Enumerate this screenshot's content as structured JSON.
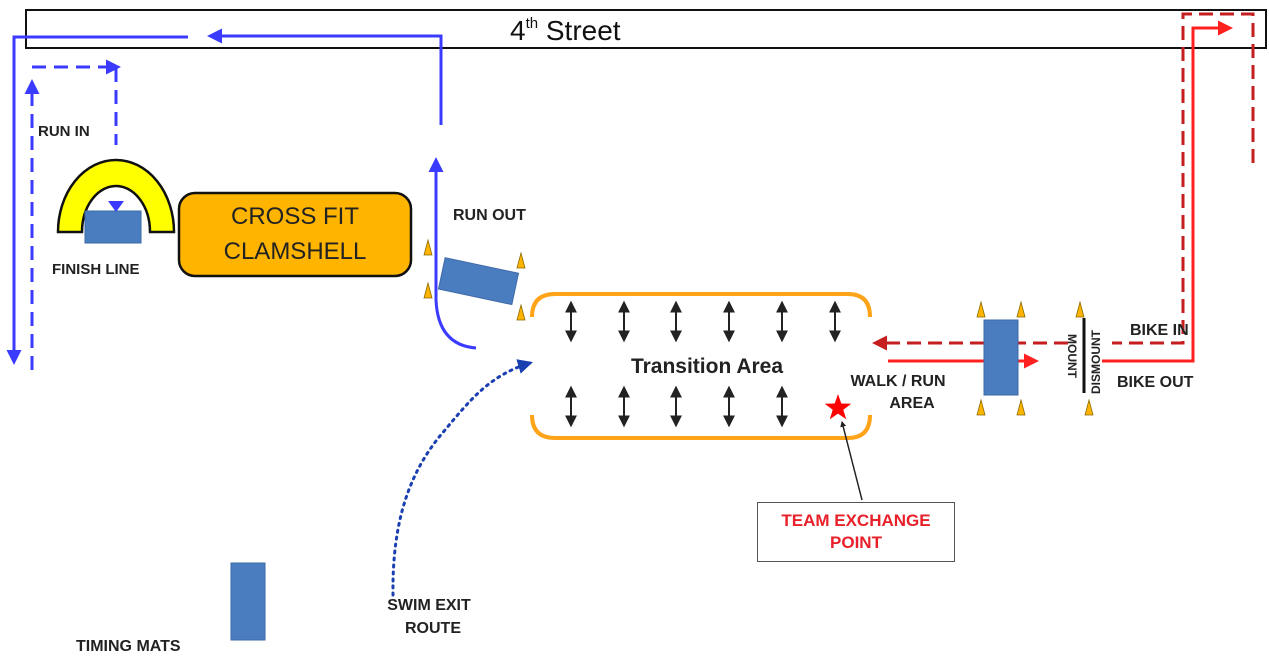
{
  "street": {
    "name": "4",
    "name_sup": "th",
    "name_rest": " Street"
  },
  "labels": {
    "run_in": "RUN IN",
    "finish_line": "FINISH LINE",
    "clamshell_line1": "CROSS FIT",
    "clamshell_line2": "CLAMSHELL",
    "run_out": "RUN OUT",
    "transition_area": "Transition Area",
    "walk_run_line1": "WALK  / RUN",
    "walk_run_line2": "AREA",
    "mount": "MOUNT",
    "dismount": "DISMOUNT",
    "bike_in": "BIKE IN",
    "bike_out": "BIKE OUT",
    "team_exchange_line1": "TEAM EXCHANGE",
    "team_exchange_line2": "POINT",
    "swim_exit_line1": "SWIM EXIT",
    "swim_exit_line2": "ROUTE",
    "timing_mats": "TIMING MATS"
  },
  "colors": {
    "run_route": "#3b3bff",
    "swim_route": "#1a3fb0",
    "bike_route_solid": "#ff2020",
    "bike_route_dashed": "#c41e1e",
    "mat": "#4a7cc0",
    "clamshell": "#ffb400",
    "finish_arch": "#ffff00",
    "transition_border": "#ffa319",
    "cone": "#ffb400",
    "exchange_star": "#ff0000",
    "exchange_text": "#e8202a"
  }
}
